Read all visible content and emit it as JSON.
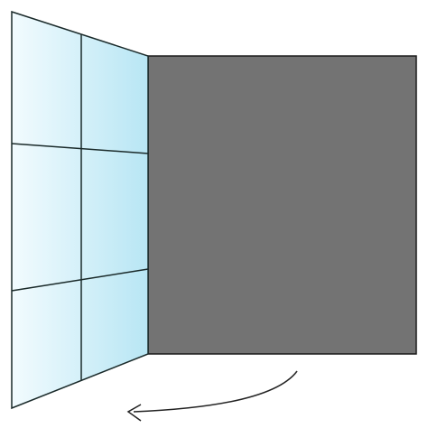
{
  "diagram": {
    "glass_panel": {
      "grid_columns": 2,
      "grid_rows": 3,
      "color_light": "#f2fbfe",
      "color_dark": "#b8e6f4",
      "line_color": "#1a2a2a"
    },
    "dark_panel": {
      "fill_color": "#737373",
      "line_color": "#1a1a1a"
    },
    "rotation_arrow": {
      "direction": "counterclockwise",
      "stroke_color": "#222222"
    }
  }
}
